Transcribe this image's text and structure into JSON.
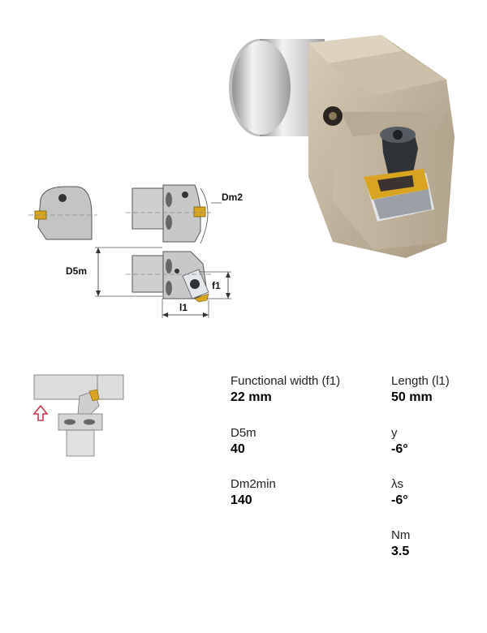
{
  "drawing": {
    "dims": {
      "dm2": "Dm2",
      "d5m": "D5m",
      "f1": "f1",
      "l1": "l1"
    }
  },
  "specs": [
    {
      "label": "Functional width (f1)",
      "value": "22 mm"
    },
    {
      "label": "Length (l1)",
      "value": "50 mm"
    },
    {
      "label": "D5m",
      "value": "40"
    },
    {
      "label": "y",
      "value": "-6°"
    },
    {
      "label": "Dm2min",
      "value": "140"
    },
    {
      "label": "λs",
      "value": "-6°"
    },
    {
      "label": "Nm",
      "value": "3.5"
    }
  ],
  "colors": {
    "body_metal": "#c4b59e",
    "shank": "#d8d8d8",
    "insert_gold": "#d9a520",
    "arrow": "#c8374e"
  }
}
